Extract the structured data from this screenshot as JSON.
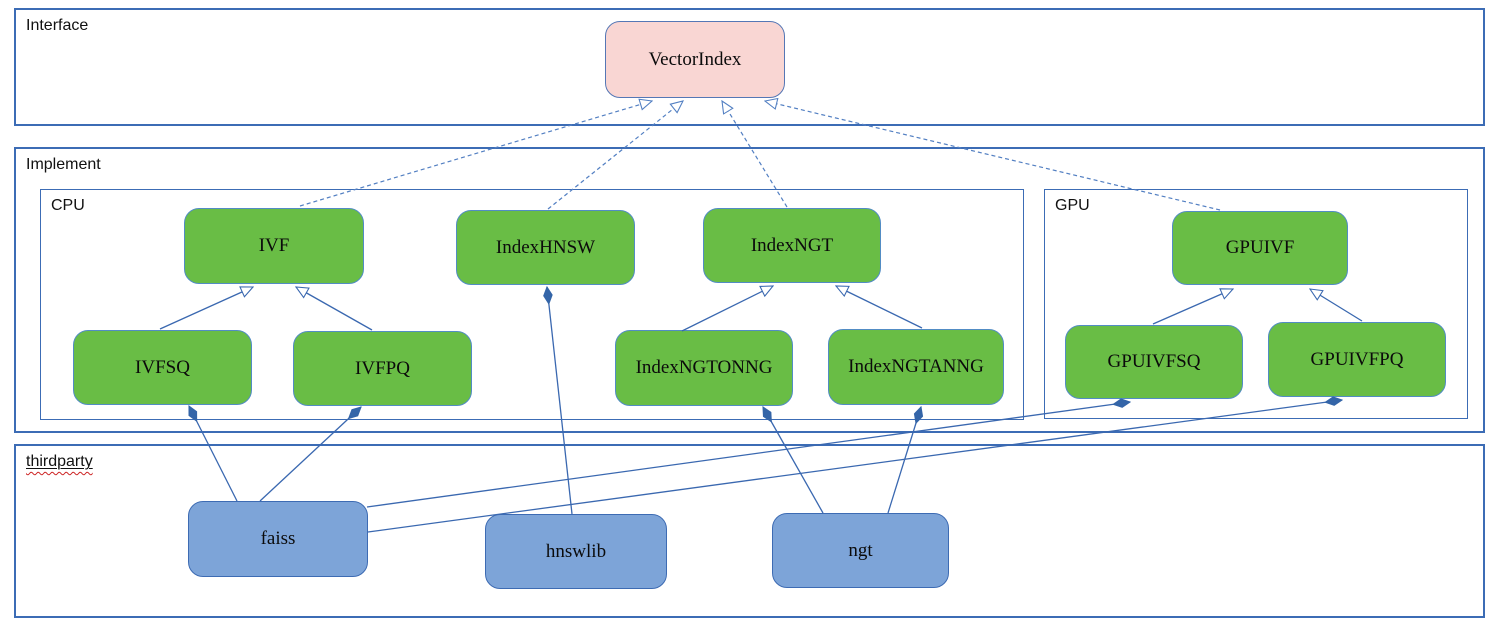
{
  "diagram": {
    "containers": {
      "interface": {
        "label": "Interface"
      },
      "implement": {
        "label": "Implement"
      },
      "cpu": {
        "label": "CPU"
      },
      "gpu": {
        "label": "GPU"
      },
      "thirdparty": {
        "label": "thirdparty"
      }
    },
    "nodes": {
      "vectorindex": {
        "label": "VectorIndex",
        "kind": "interface",
        "group": "Interface"
      },
      "ivf": {
        "label": "IVF",
        "kind": "implementation",
        "group": "CPU"
      },
      "indexhnsw": {
        "label": "IndexHNSW",
        "kind": "implementation",
        "group": "CPU"
      },
      "indexngt": {
        "label": "IndexNGT",
        "kind": "implementation",
        "group": "CPU"
      },
      "gpuivf": {
        "label": "GPUIVF",
        "kind": "implementation",
        "group": "GPU"
      },
      "ivfsq": {
        "label": "IVFSQ",
        "kind": "implementation",
        "group": "CPU"
      },
      "ivfpq": {
        "label": "IVFPQ",
        "kind": "implementation",
        "group": "CPU"
      },
      "indexngtonng": {
        "label": "IndexNGTONNG",
        "kind": "implementation",
        "group": "CPU"
      },
      "indexngtanng": {
        "label": "IndexNGTANNG",
        "kind": "implementation",
        "group": "CPU"
      },
      "gpuivfsq": {
        "label": "GPUIVFSQ",
        "kind": "implementation",
        "group": "GPU"
      },
      "gpuivfpq": {
        "label": "GPUIVFPQ",
        "kind": "implementation",
        "group": "GPU"
      },
      "faiss": {
        "label": "faiss",
        "kind": "thirdparty",
        "group": "thirdparty"
      },
      "hnswlib": {
        "label": "hnswlib",
        "kind": "thirdparty",
        "group": "thirdparty"
      },
      "ngt": {
        "label": "ngt",
        "kind": "thirdparty",
        "group": "thirdparty"
      }
    },
    "edges": [
      {
        "from": "IVF",
        "to": "VectorIndex",
        "type": "realization-dashed-hollow-arrow"
      },
      {
        "from": "IndexHNSW",
        "to": "VectorIndex",
        "type": "realization-dashed-hollow-arrow"
      },
      {
        "from": "IndexNGT",
        "to": "VectorIndex",
        "type": "realization-dashed-hollow-arrow"
      },
      {
        "from": "GPUIVF",
        "to": "VectorIndex",
        "type": "realization-dashed-hollow-arrow"
      },
      {
        "from": "IVFSQ",
        "to": "IVF",
        "type": "inheritance-hollow-arrow"
      },
      {
        "from": "IVFPQ",
        "to": "IVF",
        "type": "inheritance-hollow-arrow"
      },
      {
        "from": "IndexNGTONNG",
        "to": "IndexNGT",
        "type": "inheritance-hollow-arrow"
      },
      {
        "from": "IndexNGTANNG",
        "to": "IndexNGT",
        "type": "inheritance-hollow-arrow"
      },
      {
        "from": "GPUIVFSQ",
        "to": "GPUIVF",
        "type": "inheritance-hollow-arrow"
      },
      {
        "from": "GPUIVFPQ",
        "to": "GPUIVF",
        "type": "inheritance-hollow-arrow"
      },
      {
        "from": "faiss",
        "to": "IVFSQ",
        "type": "composition-filled-diamond"
      },
      {
        "from": "faiss",
        "to": "IVFPQ",
        "type": "composition-filled-diamond"
      },
      {
        "from": "faiss",
        "to": "GPUIVFSQ",
        "type": "composition-filled-diamond"
      },
      {
        "from": "faiss",
        "to": "GPUIVFPQ",
        "type": "composition-filled-diamond"
      },
      {
        "from": "hnswlib",
        "to": "IndexHNSW",
        "type": "composition-filled-diamond"
      },
      {
        "from": "ngt",
        "to": "IndexNGTONNG",
        "type": "composition-filled-diamond"
      },
      {
        "from": "ngt",
        "to": "IndexNGTANNG",
        "type": "composition-filled-diamond"
      }
    ],
    "colors": {
      "interface_fill": "#f9d6d3",
      "implementation_fill": "#69bd45",
      "thirdparty_fill": "#7da4d8",
      "line_blue": "#3a68b0",
      "container_border": "#3c6cb5",
      "spellcheck_squiggle": "#cc2222"
    }
  }
}
